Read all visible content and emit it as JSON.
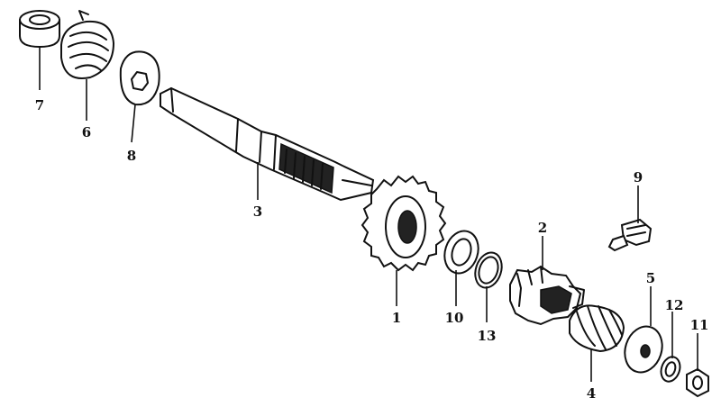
{
  "callouts": [
    {
      "id": "7",
      "label": "7"
    },
    {
      "id": "6",
      "label": "6"
    },
    {
      "id": "8",
      "label": "8"
    },
    {
      "id": "3",
      "label": "3"
    },
    {
      "id": "1",
      "label": "1"
    },
    {
      "id": "10",
      "label": "10"
    },
    {
      "id": "13",
      "label": "13"
    },
    {
      "id": "2",
      "label": "2"
    },
    {
      "id": "9",
      "label": "9"
    },
    {
      "id": "4",
      "label": "4"
    },
    {
      "id": "5",
      "label": "5"
    },
    {
      "id": "12",
      "label": "12"
    },
    {
      "id": "11",
      "label": "11"
    }
  ]
}
